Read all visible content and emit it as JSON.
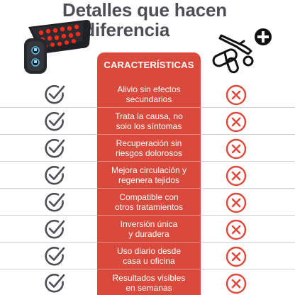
{
  "title": {
    "line1": "Detalles que hacen",
    "line2": "la diferencia"
  },
  "images": {
    "device": "red-light-therapy-belt",
    "meds": "pills-and-scalpel-icon"
  },
  "table": {
    "header": "CARACTERÍSTICAS",
    "left_icon": "check-circle-icon",
    "right_icon": "x-circle-icon",
    "colors": {
      "panel": "#d94a3c",
      "check": "#4d4f55",
      "cross": "#e0473a"
    },
    "rows": [
      {
        "line1": "Alivio sin efectos",
        "line2": "secundarios"
      },
      {
        "line1": "Trata la causa, no",
        "line2": "solo los síntomas"
      },
      {
        "line1": "Recuperación sin",
        "line2": "riesgos dolorosos"
      },
      {
        "line1": "Mejora circulación y",
        "line2": "regenera tejidos"
      },
      {
        "line1": "Compatible con",
        "line2": "otros tratamientos"
      },
      {
        "line1": "Inversión única",
        "line2": "y duradera"
      },
      {
        "line1": "Uso diario desde",
        "line2": "casa u oficina"
      },
      {
        "line1": "Resultados visibles",
        "line2": "en semanas"
      }
    ]
  }
}
